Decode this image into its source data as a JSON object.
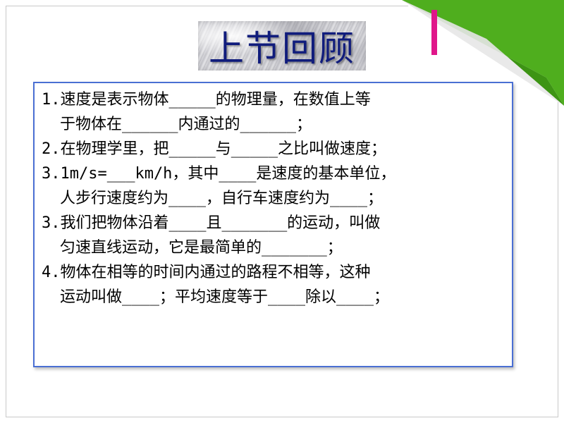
{
  "title": "上节回顾",
  "colors": {
    "title_text": "#101c7c",
    "box_border": "#4a6fd3",
    "accent_bar": "#e0168a",
    "curl_green": "#4fae1e"
  },
  "lines": [
    "1.速度是表示物体_____的物理量，在数值上等",
    "于物体在______内通过的______；",
    "2.在物理学里，把_____与_____之比叫做速度；",
    "3.1m/s=___km/h，其中____是速度的基本单位，",
    "人步行速度约为____，自行车速度约为____；",
    "3.我们把物体沿着____且_______的运动，叫做",
    "匀速直线运动，它是最简单的_______；",
    "4.物体在相等的时间内通过的路程不相等，这种",
    "运动叫做____；平均速度等于____除以____；"
  ]
}
